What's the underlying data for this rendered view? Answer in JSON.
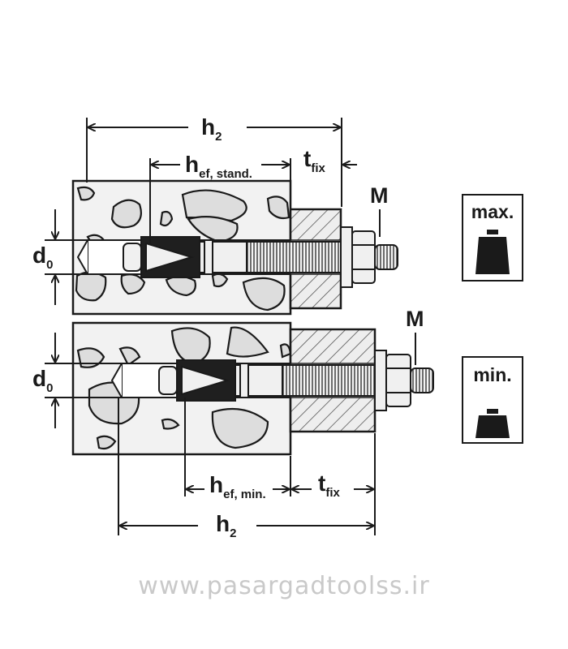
{
  "dimensions": {
    "h2": {
      "main": "h",
      "sub": "2"
    },
    "hef_stand": {
      "main": "h",
      "sub": "ef, stand."
    },
    "hef_min": {
      "main": "h",
      "sub": "ef, min."
    },
    "tfix": {
      "main": "t",
      "sub": "fix"
    },
    "d0": {
      "main": "d",
      "sub": "0"
    },
    "M": "M"
  },
  "badges": {
    "max": "max.",
    "min": "min."
  },
  "watermark": "www.pasargadtoolss.ir",
  "colors": {
    "line": "#1a1a1a",
    "concrete": "#f2f2f2",
    "plate": "#eeeeee",
    "stone": "#dddddd",
    "watermark": "#c9c9c9"
  },
  "icons": {
    "weight": "weight-icon"
  }
}
